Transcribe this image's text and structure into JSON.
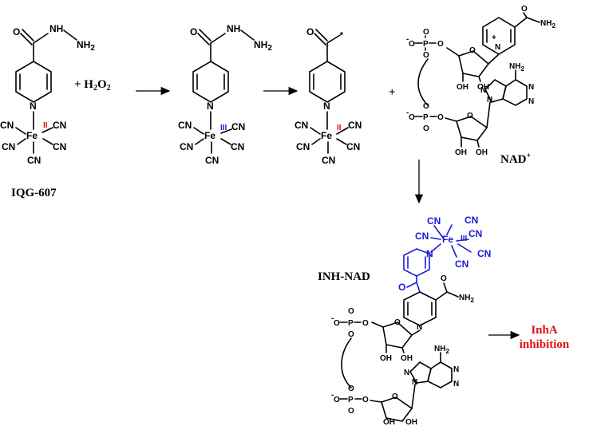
{
  "labels": {
    "iqg607": "IQG-607",
    "h2o2_plus": "+ H",
    "h2o2_sub": "2",
    "h2o2_o": "O",
    "h2o2_sub2": "2",
    "plus": "+",
    "nad": "NAD",
    "nad_sup": "+",
    "inh_nad": "INH-NAD",
    "inha_line1": "InhA",
    "inha_line2": "inhibition"
  },
  "atoms": {
    "N": "N",
    "NH": "N",
    "H": "H",
    "NH2": "NH",
    "two": "2",
    "O": "O",
    "Fe": "Fe",
    "CN": "CN",
    "P": "P",
    "OH": "OH",
    "Ominus": "O",
    "NH2amide": "NH",
    "plus_charge": "+",
    "ox2": "II",
    "ox3": "III"
  },
  "colors": {
    "black": "#000000",
    "blue": "#1a1ad6",
    "red": "#e01010"
  }
}
